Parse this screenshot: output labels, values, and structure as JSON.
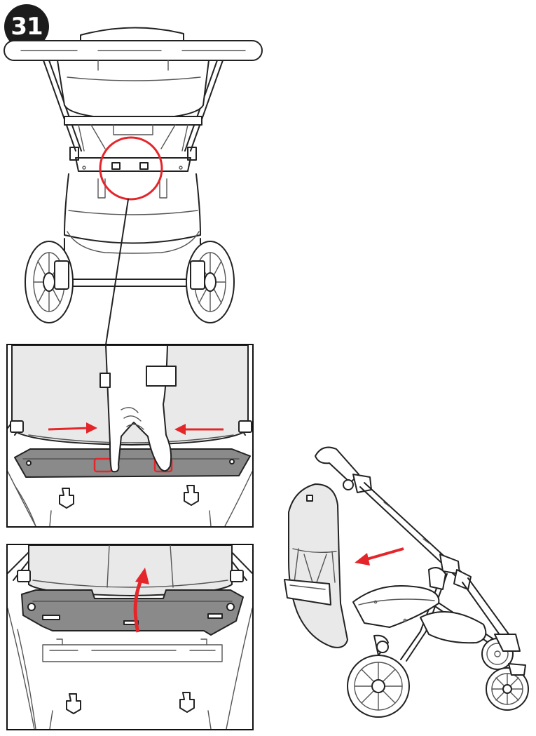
{
  "step": {
    "number": "31"
  },
  "colors": {
    "accent_red": "#e4262b",
    "bar_gray": "#8a8a8a",
    "fabric_gray": "#e9e9e9",
    "line": "#222222"
  },
  "icons": {
    "step_badge": "numbered-circle",
    "magnifier": "red-zoom-circle",
    "arrows": "red-arrows"
  }
}
